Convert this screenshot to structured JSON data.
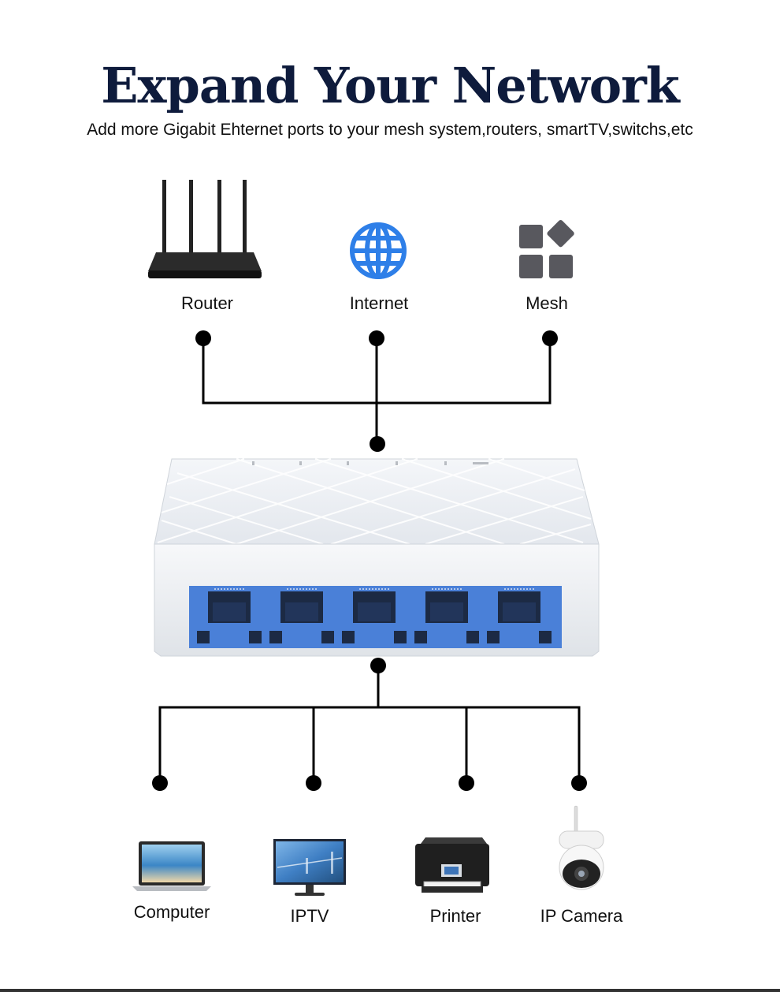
{
  "header": {
    "title": "Expand Your Network",
    "subtitle": "Add more Gigabit Ehternet ports to your mesh system,routers, smartTV,switchs,etc"
  },
  "upstream": [
    {
      "label": "Router",
      "icon": "router-icon"
    },
    {
      "label": "Internet",
      "icon": "globe-icon"
    },
    {
      "label": "Mesh",
      "icon": "mesh-grid-icon"
    }
  ],
  "switch": {
    "icon": "ethernet-switch-icon",
    "ports": 5
  },
  "downstream": [
    {
      "label": "Computer",
      "icon": "laptop-icon"
    },
    {
      "label": "IPTV",
      "icon": "monitor-icon"
    },
    {
      "label": "Printer",
      "icon": "printer-icon"
    },
    {
      "label": "IP Camera",
      "icon": "ip-camera-icon"
    }
  ],
  "colors": {
    "title": "#0e1b3c",
    "globe": "#2e7fe8",
    "mesh": "#58585e",
    "port": "#4a80d8",
    "line": "#000000"
  }
}
